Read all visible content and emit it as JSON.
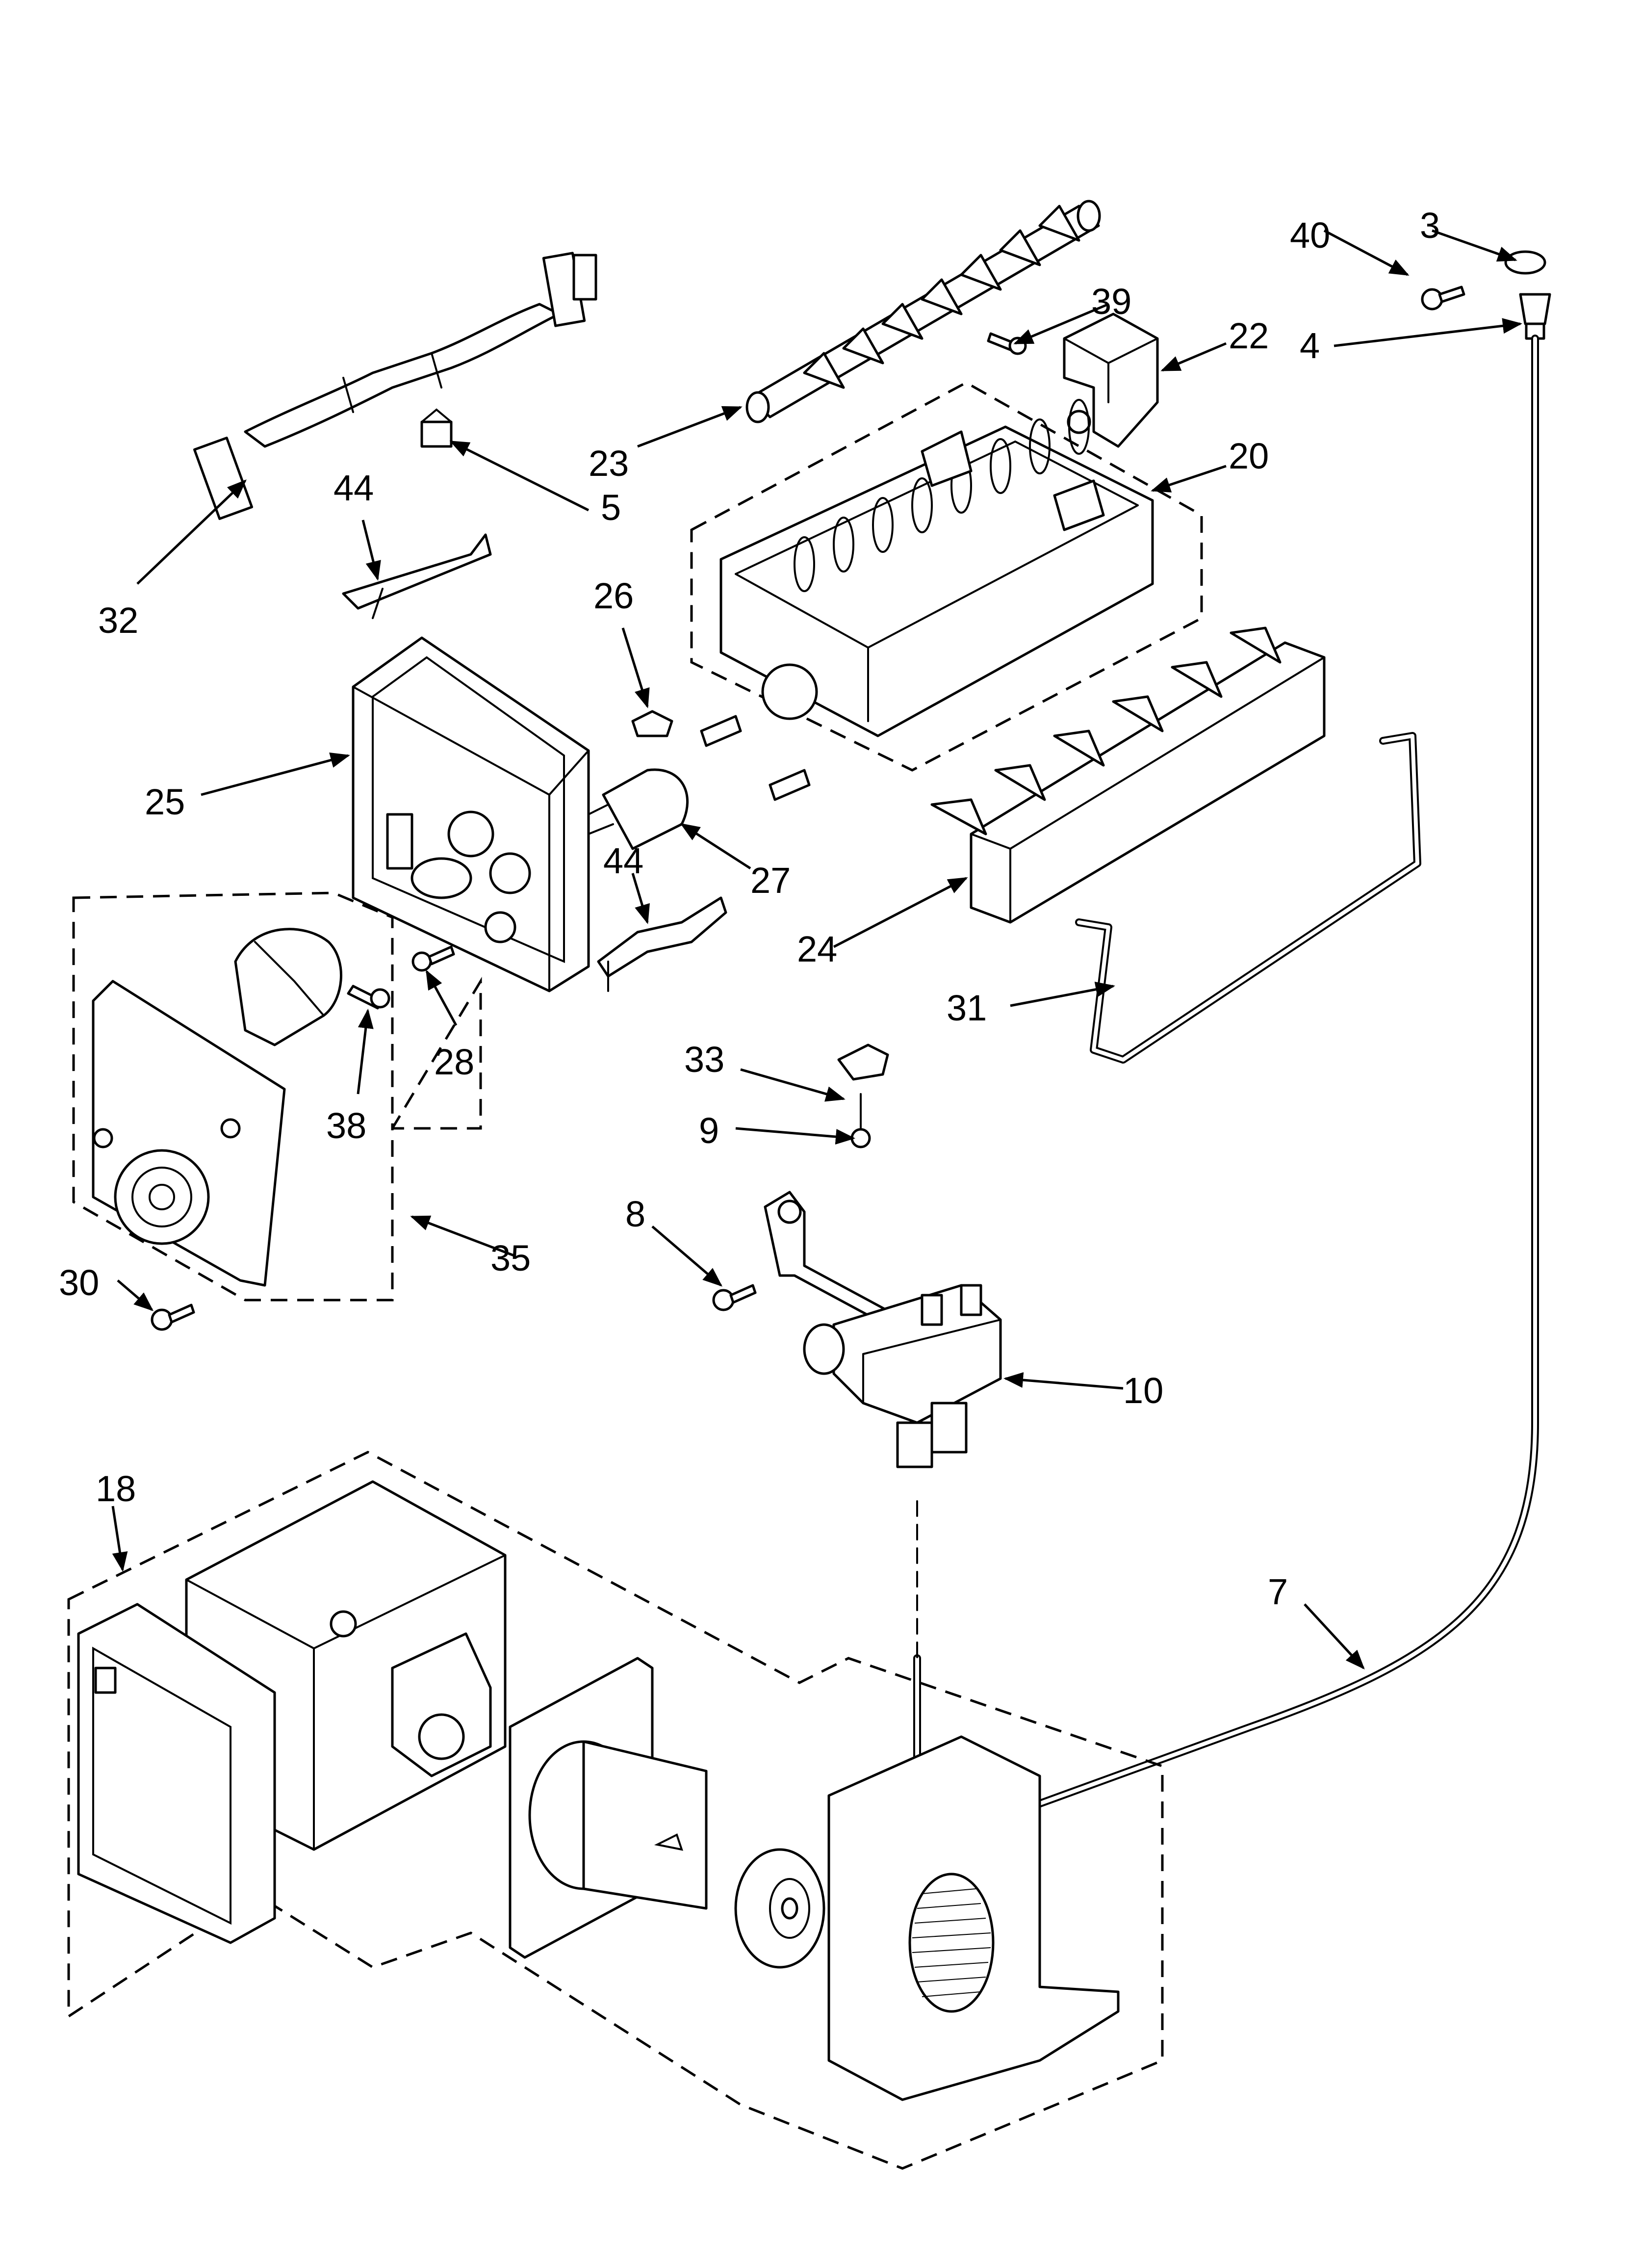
{
  "callouts": {
    "c3": "3",
    "c4": "4",
    "c5": "5",
    "c7": "7",
    "c8": "8",
    "c9": "9",
    "c10": "10",
    "c18": "18",
    "c20": "20",
    "c22": "22",
    "c23": "23",
    "c24": "24",
    "c25": "25",
    "c26": "26",
    "c27": "27",
    "c28": "28",
    "c30": "30",
    "c31": "31",
    "c32": "32",
    "c33": "33",
    "c35": "35",
    "c38": "38",
    "c39": "39",
    "c40": "40",
    "c44a": "44",
    "c44b": "44"
  },
  "colors": {
    "line": "#000000",
    "background": "#ffffff"
  }
}
